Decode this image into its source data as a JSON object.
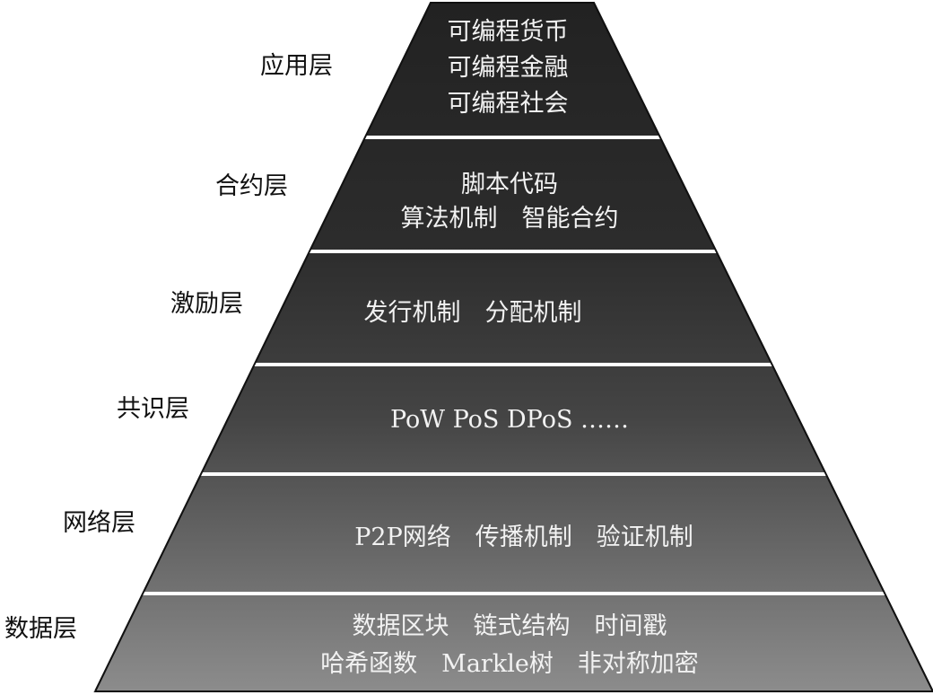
{
  "title": "区块链基础架构",
  "layers": [
    {
      "name": "应用层",
      "lines": [
        "可编程货币",
        "可编程金融",
        "可编程社会"
      ]
    },
    {
      "name": "合约层",
      "lines": [
        "脚本代码",
        "算法机制　智能合约"
      ]
    },
    {
      "name": "激励层",
      "lines": [
        "发行机制　分配机制"
      ]
    },
    {
      "name": "共识层",
      "lines": [
        "PoW PoS DPoS ……"
      ]
    },
    {
      "name": "网络层",
      "lines": [
        "P2P网络　传播机制　验证机制"
      ]
    },
    {
      "name": "数据层",
      "lines": [
        "数据区块　链式结构　时间戳",
        "哈希函数　Markle树　非对称加密"
      ]
    }
  ],
  "colors": {
    "top": "#222222",
    "bottom": "#8c8c8c",
    "separator": "#ffffff"
  }
}
